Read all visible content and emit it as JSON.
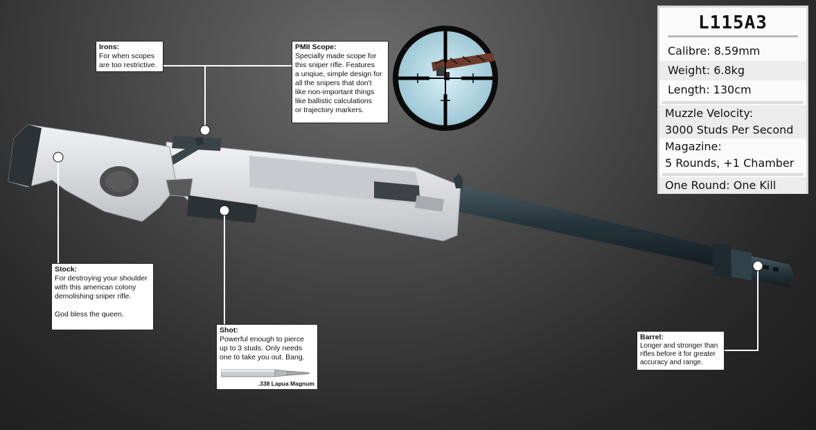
{
  "weapon": {
    "name": "L115A3",
    "specs": {
      "calibre": "Calibre: 8.59mm",
      "weight": "Weight: 6.8kg",
      "length": "Length: 130cm",
      "velocity_label": "Muzzle Velocity:",
      "velocity_value": "3000 Studs Per Second",
      "magazine_label": "Magazine:",
      "magazine_value": "5 Rounds, +1 Chamber",
      "motto": "One Round: One Kill"
    }
  },
  "callouts": {
    "irons": {
      "title": "Irons:",
      "text": "For when scopes\nare too restrictive."
    },
    "scope": {
      "title": "PMII Scope:",
      "text": "Specially made scope for\nthis sniper rifle. Features\na unqiue, simple design for\nall the snipers that don't\nlike non-important things\nlike ballistic calculations\nor trajectory markers."
    },
    "stock": {
      "title": "Stock:",
      "text": "For destroying your shoulder\nwith this american colony\ndemolishing sniper rifle.\n\nGod bless the queen."
    },
    "shot": {
      "title": "Shot:",
      "text": "Powerful enough to pierce\nup to 3 studs. Only needs\none to take you out. Bang.",
      "bullet_caption": ".338 Lapua Magnum"
    },
    "barrel": {
      "title": "Barrel:",
      "text": "Longer and stronger than\nrifles before it for greater\naccuracy and range."
    }
  },
  "colors": {
    "rifle_body": "#dcdde0",
    "barrel": "#2b3a40",
    "scope_lens": "#c4e4ee"
  }
}
